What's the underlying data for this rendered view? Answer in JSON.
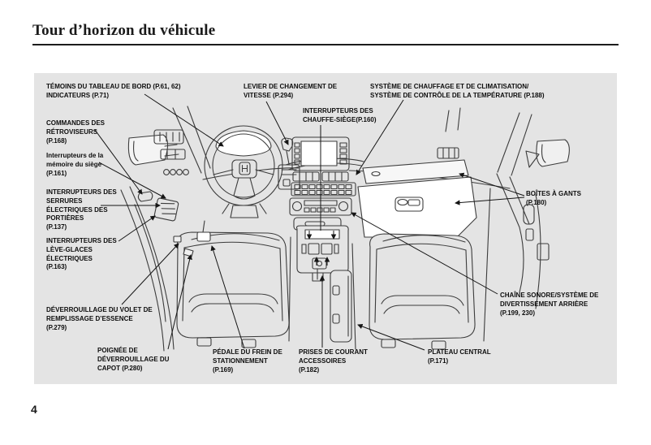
{
  "page": {
    "title": "Tour d’horizon du véhicule",
    "page_number": "4"
  },
  "colors": {
    "panel_bg": "#e4e4e4",
    "figure_line": "#3c3c3c",
    "leader_line": "#151515",
    "text": "#0d0d0d"
  },
  "callouts": {
    "temoins": {
      "lines": [
        "TÉMOINS DU TABLEAU DE BORD (P.61, 62)",
        "INDICATEURS (P.71)"
      ]
    },
    "levier": {
      "lines": [
        "LEVIER DE CHANGEMENT DE",
        "VITESSE (P.294)"
      ]
    },
    "chauffage": {
      "lines": [
        "SYSTÈME DE CHAUFFAGE ET DE CLIMATISATION/",
        "SYSTÈME DE CONTRÔLE DE LA TEMPÉRATURE (P.188)"
      ]
    },
    "chauffe_siege": {
      "lines": [
        "INTERRUPTEURS DES",
        "CHAUFFE-SIÈGE(P.160)"
      ]
    },
    "retroviseurs": {
      "lines": [
        "COMMANDES DES",
        "RÉTROVISEURS",
        "(P.168)"
      ]
    },
    "memoire": {
      "lines": [
        "Interrupteurs de la",
        "mémoire du siège",
        "(P.161)"
      ]
    },
    "serrures": {
      "lines": [
        "INTERRUPTEURS DES",
        "SERRURES",
        "ÉLECTRIQUES DES",
        "PORTIÈRES",
        "(P.137)"
      ]
    },
    "leve_glaces": {
      "lines": [
        "INTERRUPTEURS DES",
        "LÈVE-GLACES",
        "ÉLECTRIQUES",
        "(P.163)"
      ]
    },
    "essence": {
      "lines": [
        "DÉVERROUILLAGE DU VOLET DE",
        "REMPLISSAGE D’ESSENCE",
        "(P.279)"
      ]
    },
    "capot": {
      "lines": [
        "POIGNÉE DE",
        "DÉVERROUILLAGE DU",
        "CAPOT  (P.280)"
      ]
    },
    "pedale": {
      "lines": [
        "PÉDALE DU FREIN DE",
        "STATIONNEMENT",
        "(P.169)"
      ]
    },
    "prises": {
      "lines": [
        "PRISES DE COURANT",
        "ACCESSOIRES",
        "(P.182)"
      ]
    },
    "plateau": {
      "lines": [
        "PLATEAU CENTRAL",
        "(P.171)"
      ]
    },
    "gants": {
      "lines": [
        "BOÎTES À GANTS",
        "(P.180)"
      ]
    },
    "chaine": {
      "lines": [
        "CHAÎNE SONORE/SYSTÈME DE",
        "DIVERTISSEMENT ARRIÈRE",
        "(P.199, 230)"
      ]
    }
  }
}
